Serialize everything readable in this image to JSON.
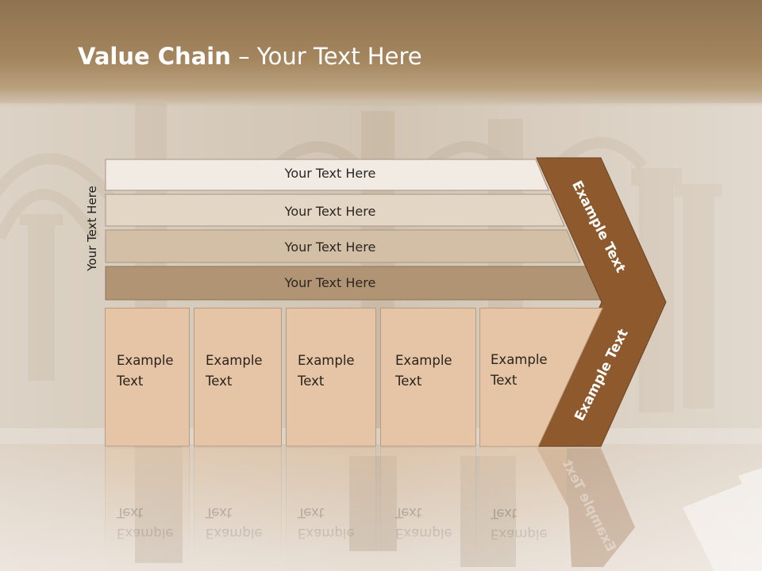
{
  "title": {
    "bold": "Value Chain",
    "rest": " – Your Text Here"
  },
  "side_label": "Your Text Here",
  "bands": [
    "Your Text Here",
    "Your Text Here",
    "Your Text Here",
    "Your Text Here"
  ],
  "boxes": [
    {
      "line1": "Example",
      "line2": "Text"
    },
    {
      "line1": "Example",
      "line2": "Text"
    },
    {
      "line1": "Example",
      "line2": "Text"
    },
    {
      "line1": "Example",
      "line2": "Text"
    },
    {
      "line1": "Example",
      "line2": "Text"
    }
  ],
  "chevron": {
    "upper": "Example Text",
    "lower": "Example Text"
  },
  "colors": {
    "chevron": "#8e5a2d",
    "band1": "#f1ebe4",
    "band2": "#e3d6c5",
    "band3": "#d2bfa5",
    "band4": "#b19474",
    "box": "#e5c5a5"
  }
}
